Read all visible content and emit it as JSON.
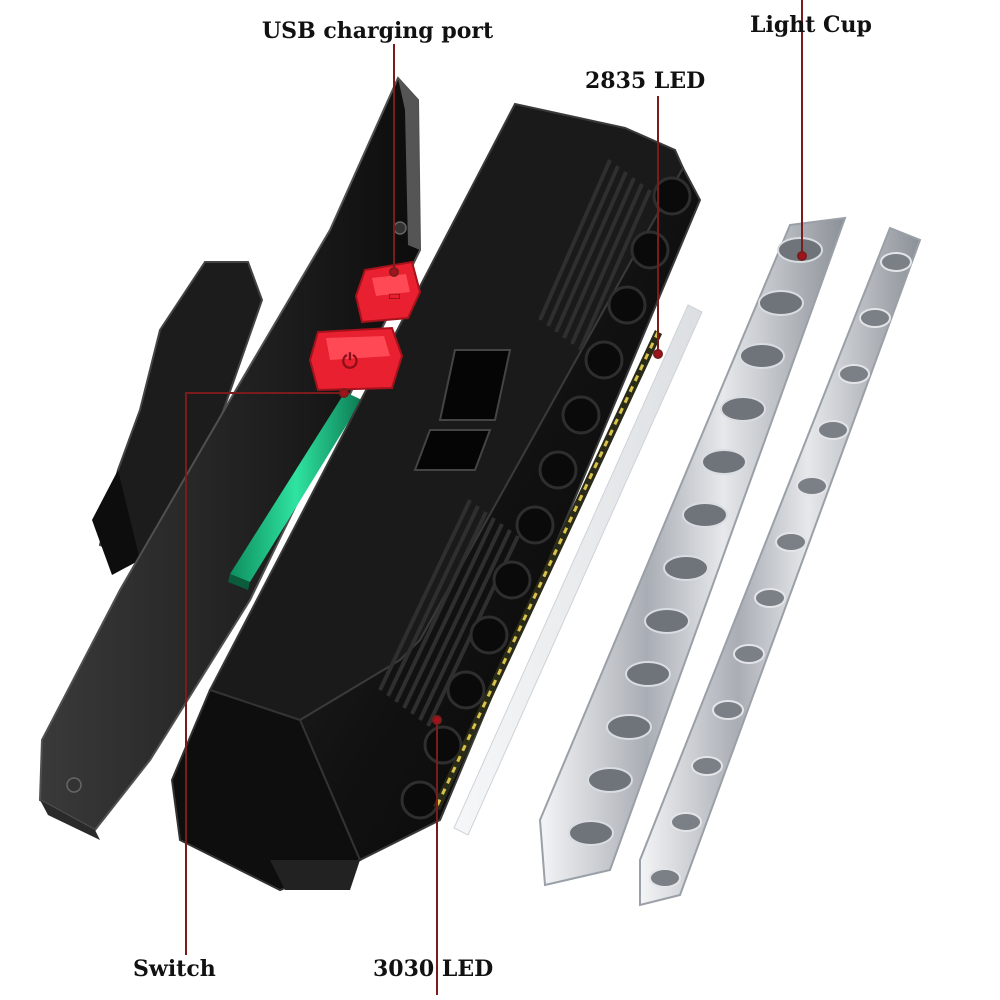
{
  "callouts": {
    "usb_charging_port": "USB charging port",
    "light_cup": "Light Cup",
    "led_2835": "2835 LED",
    "switch": "Switch",
    "led_3030": "3030 LED"
  },
  "colors": {
    "background": "#ffffff",
    "housing": "#161616",
    "housing_edge": "#3a3a3a",
    "accent_red": "#e8202f",
    "accent_green": "#1fc98a",
    "leader_line": "#7a1c1c",
    "reflector": "#c9ccd2",
    "diffuser": "#eceef0",
    "led_strip": "#d8c24a"
  },
  "icons": {
    "usb_button": "usb-icon",
    "power_button": "power-icon"
  }
}
